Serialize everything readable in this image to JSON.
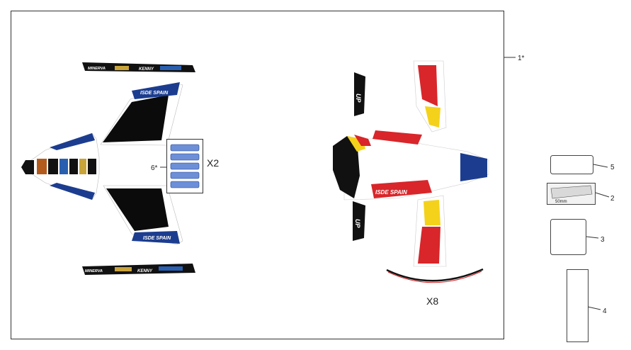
{
  "callouts": {
    "kit": "1*",
    "rim_tape": "2",
    "plate_3": "3",
    "strip_4": "4",
    "plate_5": "5",
    "fork_sheet": "6*"
  },
  "quantities": {
    "fork_sheet": "X2",
    "rim_strips": "X8"
  },
  "measure": "50mm",
  "graphics_text": {
    "series": "ISDE SPAIN",
    "minerva": "MINERVA",
    "kenny": "KENNY",
    "up": "UP"
  },
  "colors": {
    "blue": "#1c3d8f",
    "red": "#d8262a",
    "yellow": "#f4d21b",
    "black": "#111111",
    "frame": "#333333"
  }
}
